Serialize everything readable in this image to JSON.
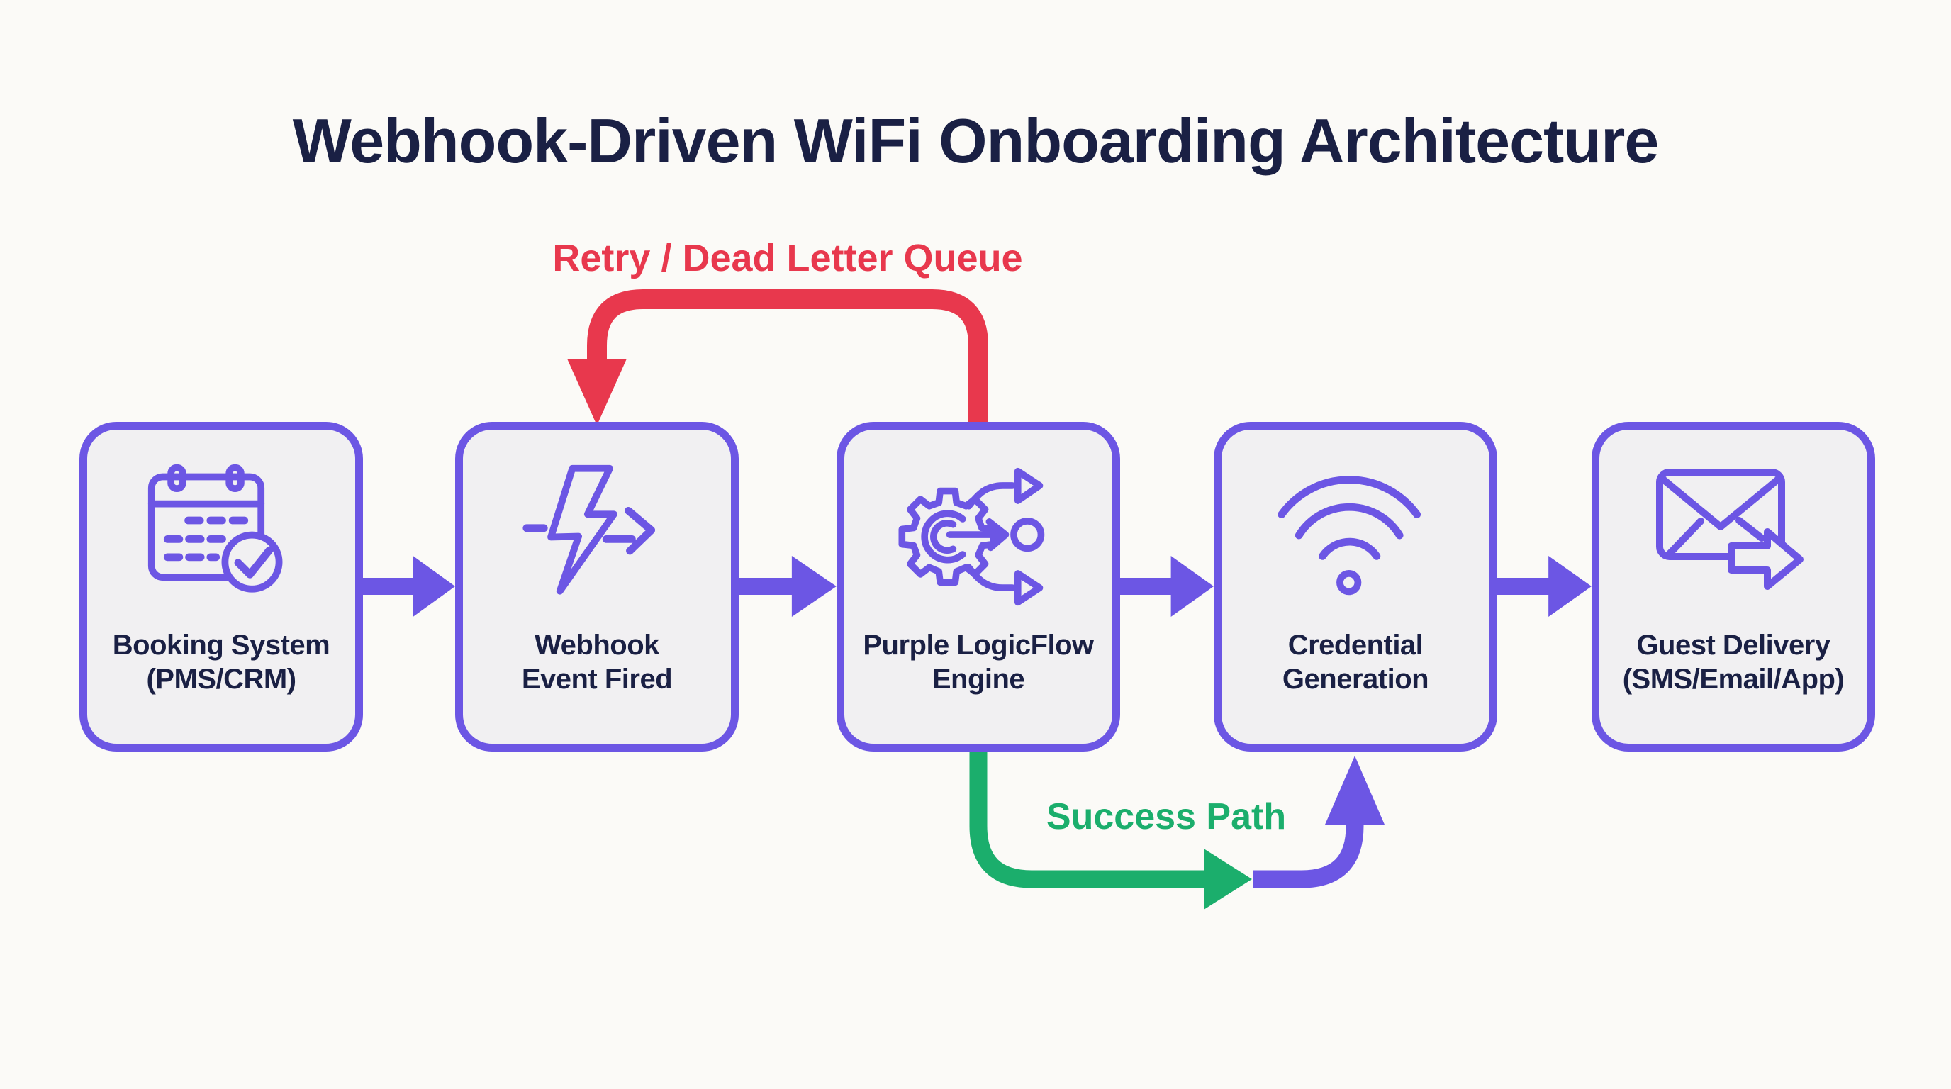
{
  "title": "Webhook-Driven WiFi Onboarding Architecture",
  "flow_labels": {
    "retry": "Retry / Dead Letter Queue",
    "success": "Success Path"
  },
  "nodes": [
    {
      "label_line1": "Booking System",
      "label_line2": "(PMS/CRM)",
      "icon": "calendar-check-icon"
    },
    {
      "label_line1": "Webhook",
      "label_line2": "Event Fired",
      "icon": "lightning-bolt-icon"
    },
    {
      "label_line1": "Purple LogicFlow",
      "label_line2": "Engine",
      "icon": "gear-flow-icon"
    },
    {
      "label_line1": "Credential",
      "label_line2": "Generation",
      "icon": "wifi-icon"
    },
    {
      "label_line1": "Guest Delivery",
      "label_line2": "(SMS/Email/App)",
      "icon": "envelope-send-icon"
    }
  ],
  "colors": {
    "purple": "#6C56E4",
    "red": "#E8384D",
    "green": "#1BAE6C",
    "navy": "#1A2044",
    "box_fill": "#F1F0F2",
    "background": "#FBFAF7"
  }
}
